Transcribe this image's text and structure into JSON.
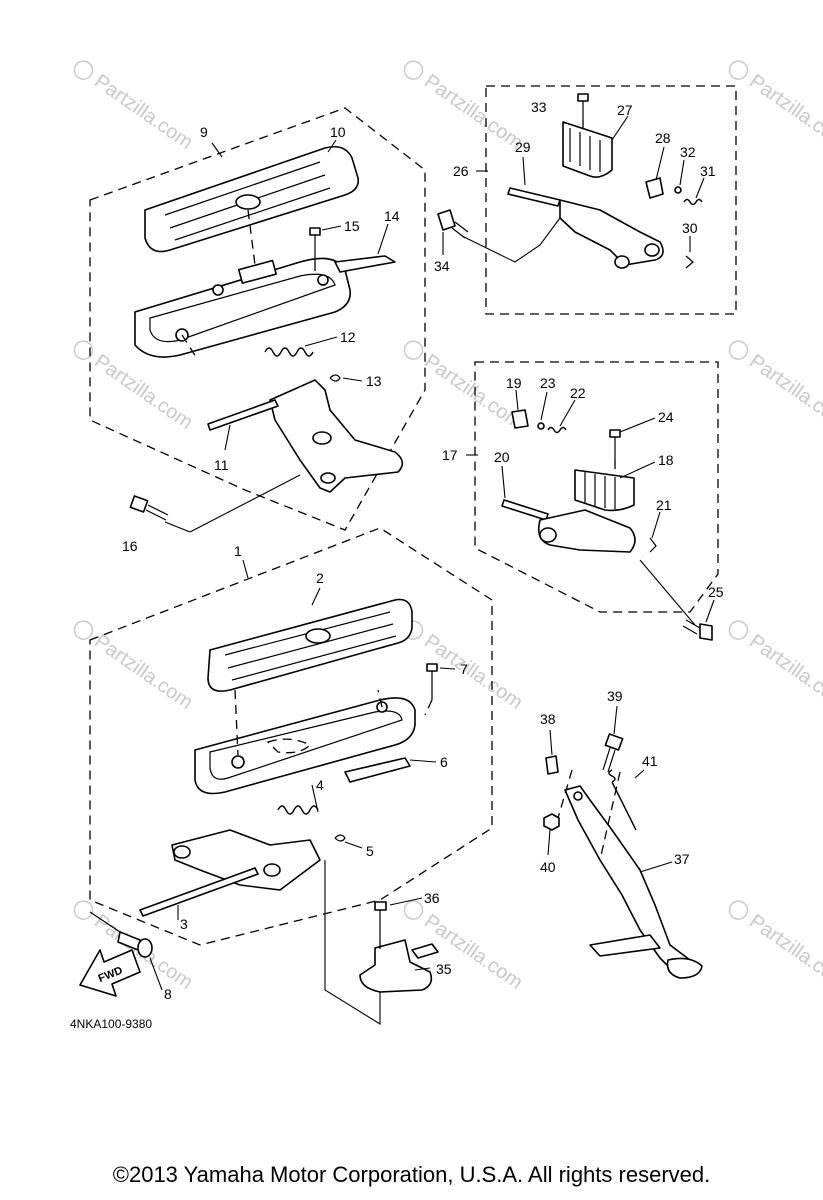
{
  "watermark": {
    "text": "Partzilla.com",
    "symbol": "©"
  },
  "diagram": {
    "code": "4NKA100-9380",
    "fwd_label": "FWD",
    "callouts": [
      "1",
      "2",
      "3",
      "4",
      "5",
      "6",
      "7",
      "8",
      "9",
      "10",
      "11",
      "12",
      "13",
      "14",
      "15",
      "16",
      "17",
      "18",
      "19",
      "20",
      "21",
      "22",
      "23",
      "24",
      "25",
      "26",
      "27",
      "28",
      "29",
      "30",
      "31",
      "32",
      "33",
      "34",
      "35",
      "36",
      "37",
      "38",
      "39",
      "40",
      "41"
    ]
  },
  "footer": {
    "copyright": "©2013  Yamaha Motor Corporation, U.S.A. All rights reserved."
  }
}
